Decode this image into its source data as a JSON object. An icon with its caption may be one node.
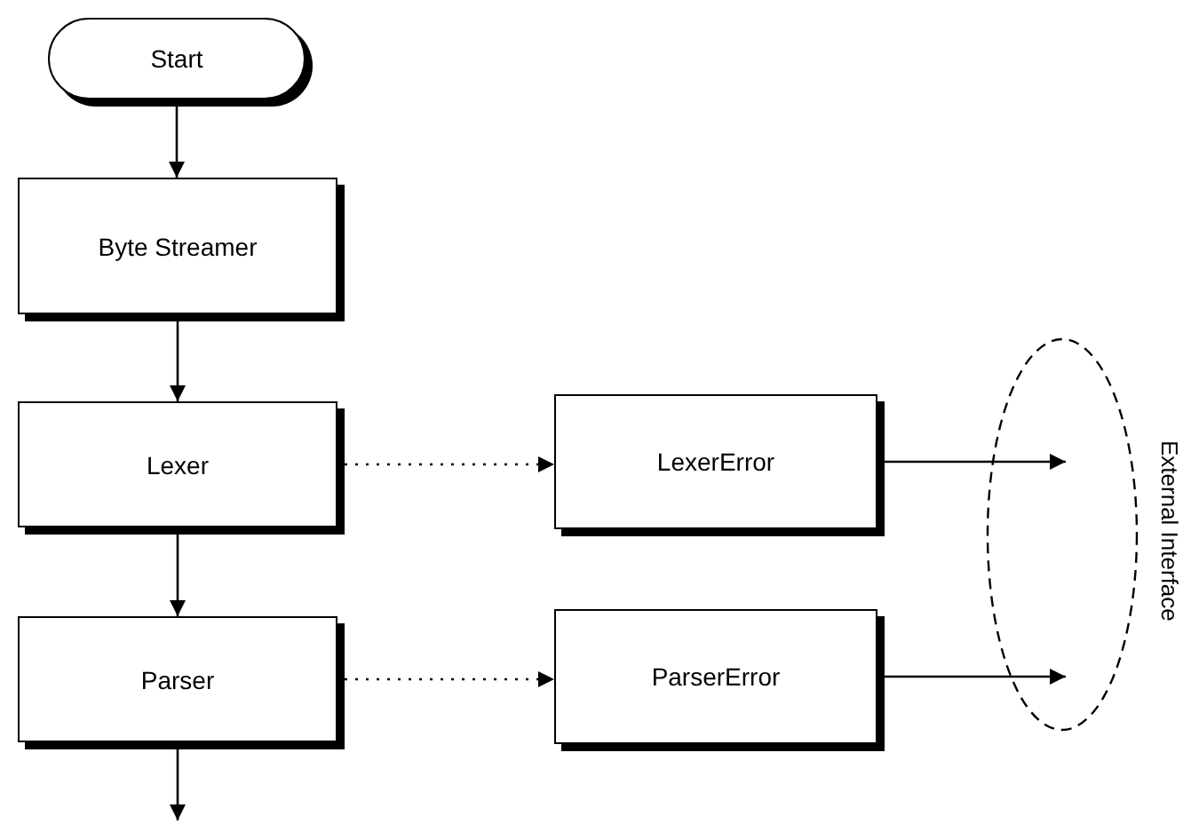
{
  "diagram": {
    "nodes": [
      {
        "text": [
          "Start"
        ]
      },
      {
        "text": [
          "Byte Streamer"
        ]
      },
      {
        "text": [
          "Lexer"
        ]
      },
      {
        "text": [
          "Parser"
        ]
      },
      {
        "text": [
          "LexerError"
        ]
      },
      {
        "text": [
          "ParserError"
        ]
      },
      {
        "text": [
          "External Interface"
        ]
      }
    ],
    "edges": [
      {
        "from": 0,
        "to": 1,
        "arrow": "to"
      },
      {
        "from": 1,
        "to": 2,
        "arrow": "to"
      },
      {
        "from": 2,
        "to": 3,
        "arrow": "to"
      },
      {
        "from": 2,
        "to": 4,
        "arrow": "to",
        "style": "dashed"
      },
      {
        "from": 3,
        "to": 5,
        "arrow": "to",
        "style": "dashed"
      },
      {
        "from": 4,
        "to": 6,
        "arrow": "to"
      },
      {
        "from": 5,
        "to": 6,
        "arrow": "to"
      },
      {
        "from": 3,
        "to": null,
        "arrow": "to"
      }
    ]
  }
}
